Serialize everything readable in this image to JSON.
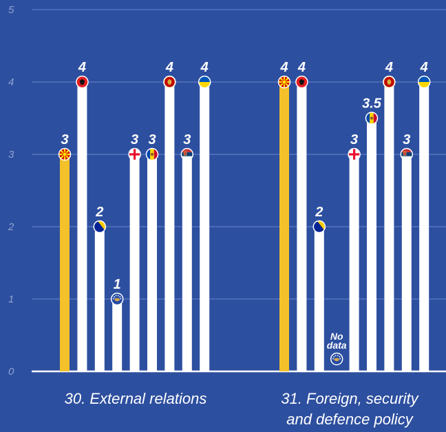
{
  "chart_data": {
    "type": "bar",
    "ylim": [
      0,
      5
    ],
    "yticks": [
      "0",
      "1",
      "2",
      "3",
      "4",
      "5"
    ],
    "grid": true,
    "colors": {
      "background": "#2d4f9f",
      "highlight": "#f4c12a",
      "bar": "#ffffff",
      "grid": "#5f7cc4",
      "tick": "#8fa3d4"
    },
    "groups": [
      {
        "label_lines": [
          "30. External relations"
        ],
        "bars": [
          {
            "value": 3,
            "label": "3",
            "highlight": true,
            "flag": "north-macedonia-flag-icon"
          },
          {
            "value": 4,
            "label": "4",
            "highlight": false,
            "flag": "albania-flag-icon"
          },
          {
            "value": 2,
            "label": "2",
            "highlight": false,
            "flag": "bosnia-flag-icon"
          },
          {
            "value": 1,
            "label": "1",
            "highlight": false,
            "flag": "kosovo-flag-icon"
          },
          {
            "value": 3,
            "label": "3",
            "highlight": false,
            "flag": "georgia-flag-icon"
          },
          {
            "value": 3,
            "label": "3",
            "highlight": false,
            "flag": "moldova-flag-icon"
          },
          {
            "value": 4,
            "label": "4",
            "highlight": false,
            "flag": "montenegro-flag-icon"
          },
          {
            "value": 3,
            "label": "3",
            "highlight": false,
            "flag": "serbia-flag-icon"
          },
          {
            "value": 4,
            "label": "4",
            "highlight": false,
            "flag": "ukraine-flag-icon"
          }
        ]
      },
      {
        "label_lines": [
          "31. Foreign, security",
          "and defence policy"
        ],
        "bars": [
          {
            "value": 4,
            "label": "4",
            "highlight": true,
            "flag": "north-macedonia-flag-icon"
          },
          {
            "value": 4,
            "label": "4",
            "highlight": false,
            "flag": "albania-flag-icon"
          },
          {
            "value": 2,
            "label": "2",
            "highlight": false,
            "flag": "bosnia-flag-icon"
          },
          {
            "value": null,
            "label_lines": [
              "No",
              "data"
            ],
            "highlight": false,
            "flag": "kosovo-flag-icon"
          },
          {
            "value": 3,
            "label": "3",
            "highlight": false,
            "flag": "georgia-flag-icon"
          },
          {
            "value": 3.5,
            "label": "3.5",
            "highlight": false,
            "flag": "moldova-flag-icon"
          },
          {
            "value": 4,
            "label": "4",
            "highlight": false,
            "flag": "montenegro-flag-icon"
          },
          {
            "value": 3,
            "label": "3",
            "highlight": false,
            "flag": "serbia-flag-icon"
          },
          {
            "value": 4,
            "label": "4",
            "highlight": false,
            "flag": "ukraine-flag-icon"
          }
        ]
      }
    ]
  }
}
